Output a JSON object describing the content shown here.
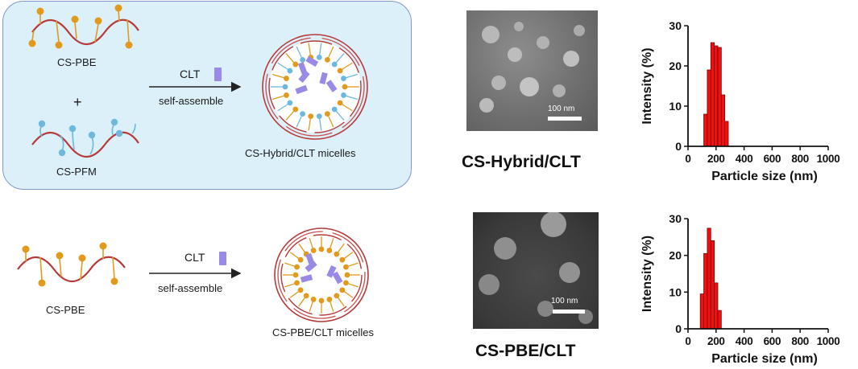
{
  "schemes": [
    {
      "polymer_top": "CS-PBE",
      "plus": "+",
      "polymer_bottom": "CS-PFM",
      "drug": "CLT",
      "process": "self-assemble",
      "product": "CS-Hybrid/CLT micelles",
      "colors": {
        "panel_fill": "#dcf0f9",
        "panel_border": "#7f97c9"
      }
    },
    {
      "polymer_top": "CS-PBE",
      "drug": "CLT",
      "process": "self-assemble",
      "product": "CS-PBE/CLT micelles",
      "colors": {
        "panel_fill": "#fbf6e6",
        "panel_border": "#d9cda2"
      }
    }
  ],
  "tem_images": [
    {
      "caption": "CS-Hybrid/CLT",
      "scale_label": "100 nm"
    },
    {
      "caption": "CS-PBE/CLT",
      "scale_label": "100 nm"
    }
  ],
  "colors": {
    "chain": "#b53b3b",
    "pbe_group": "#e29a1c",
    "pfm_group": "#6db8de",
    "drug": "#9a8ae6",
    "bar_fill": "#ee1111",
    "bar_edge": "#7a0000"
  },
  "chart_data": [
    {
      "type": "bar",
      "xlabel": "Particle size  (nm)",
      "ylabel": "Intensity (%)",
      "xlim": [
        0,
        1000
      ],
      "ylim": [
        0,
        30
      ],
      "xticks": [
        0,
        200,
        400,
        600,
        800,
        1000
      ],
      "yticks": [
        0,
        10,
        20,
        30
      ],
      "bin_width": 25,
      "x": [
        125,
        150,
        175,
        200,
        225,
        250,
        275
      ],
      "values": [
        8,
        19,
        25.8,
        25,
        24.6,
        12.8,
        6.2
      ]
    },
    {
      "type": "bar",
      "xlabel": "Particle size  (nm)",
      "ylabel": "Intensity (%)",
      "xlim": [
        0,
        1000
      ],
      "ylim": [
        0,
        30
      ],
      "xticks": [
        0,
        200,
        400,
        600,
        800,
        1000
      ],
      "yticks": [
        0,
        10,
        20,
        30
      ],
      "bin_width": 25,
      "x": [
        100,
        125,
        150,
        175,
        200,
        225
      ],
      "values": [
        9.5,
        20.5,
        27.4,
        24,
        12.5,
        5
      ]
    }
  ]
}
